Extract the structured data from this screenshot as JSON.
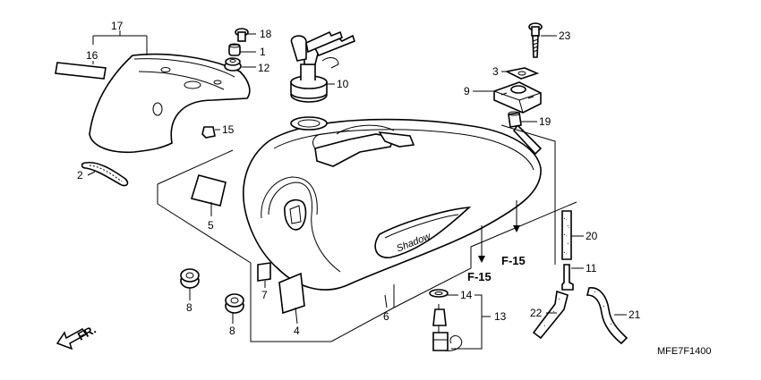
{
  "diagram_code": "MFE7F1400",
  "front_marker": "FR.",
  "reference_labels": [
    "F-15",
    "F-15"
  ],
  "callouts": [
    {
      "id": "p17",
      "text": "17"
    },
    {
      "id": "p16",
      "text": "16"
    },
    {
      "id": "p18",
      "text": "18"
    },
    {
      "id": "p1",
      "text": "1"
    },
    {
      "id": "p12",
      "text": "12"
    },
    {
      "id": "p10",
      "text": "10"
    },
    {
      "id": "p15",
      "text": "15"
    },
    {
      "id": "p2",
      "text": "2"
    },
    {
      "id": "p5",
      "text": "5"
    },
    {
      "id": "p23",
      "text": "23"
    },
    {
      "id": "p3",
      "text": "3"
    },
    {
      "id": "p9",
      "text": "9"
    },
    {
      "id": "p19",
      "text": "19"
    },
    {
      "id": "p20",
      "text": "20"
    },
    {
      "id": "p11",
      "text": "11"
    },
    {
      "id": "p22",
      "text": "22"
    },
    {
      "id": "p21",
      "text": "21"
    },
    {
      "id": "p14",
      "text": "14"
    },
    {
      "id": "p13",
      "text": "13"
    },
    {
      "id": "p6",
      "text": "6"
    },
    {
      "id": "p7",
      "text": "7"
    },
    {
      "id": "p4",
      "text": "4"
    },
    {
      "id": "p8a",
      "text": "8"
    },
    {
      "id": "p8b",
      "text": "8"
    }
  ],
  "tank_emblem_text": "Shadow"
}
